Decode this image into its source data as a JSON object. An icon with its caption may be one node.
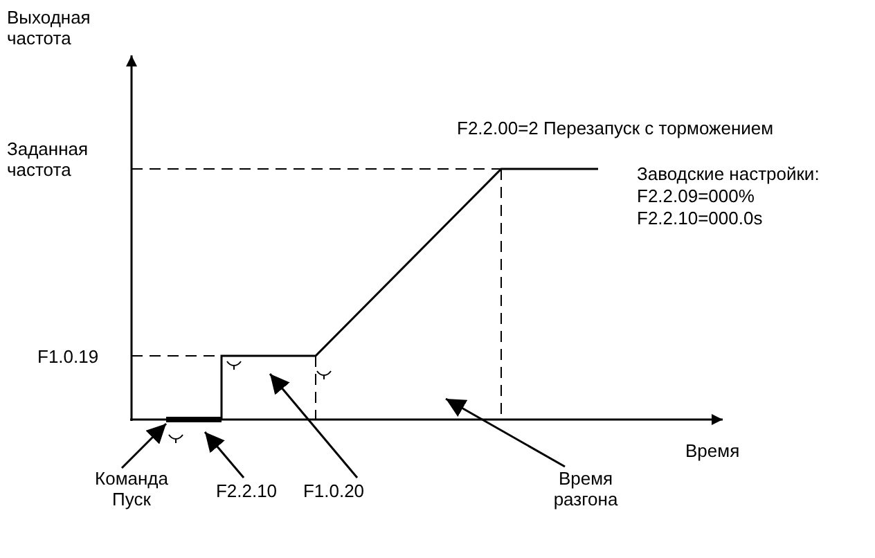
{
  "diagram": {
    "nodes": [
      {
        "text": [
          "Команда Пуск"
        ]
      },
      {
        "text": [
          "F2.2.10"
        ]
      },
      {
        "text": [
          "F1.0.20"
        ]
      },
      {
        "text": [
          "Время разгона"
        ]
      }
    ],
    "edges": [
      {
        "from": 0,
        "to": null,
        "arrow": "to"
      },
      {
        "from": 1,
        "to": null,
        "arrow": "to"
      },
      {
        "from": 2,
        "to": null,
        "arrow": "to"
      },
      {
        "from": 3,
        "to": null,
        "arrow": "to"
      }
    ],
    "labels": [
      "Выходная частота",
      "F2.2.00=2 Перезапуск с торможением",
      "Заданная частота",
      "Заводские настройки:",
      "F2.2.09=000%",
      "F2.2.10=000.0s",
      "F1.0.19",
      "Время"
    ]
  }
}
